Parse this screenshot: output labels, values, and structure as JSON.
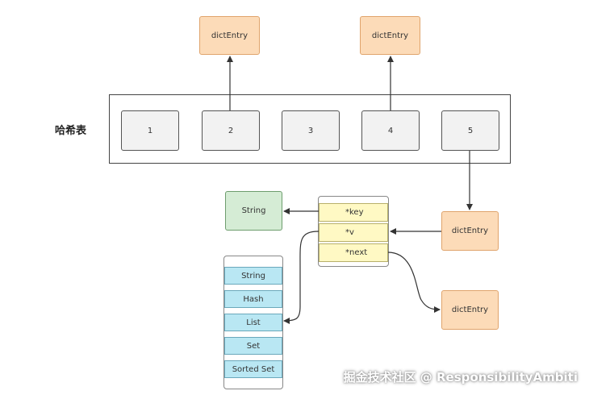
{
  "hash_table": {
    "label": "哈希表",
    "slots": [
      "1",
      "2",
      "3",
      "4",
      "5"
    ]
  },
  "dict_entries": {
    "top_left": "dictEntry",
    "top_right": "dictEntry",
    "right": "dictEntry",
    "bottom_right": "dictEntry"
  },
  "entry_fields": {
    "key": "*key",
    "v": "*v",
    "next": "*next"
  },
  "key_target": "String",
  "value_types": [
    "String",
    "Hash",
    "List",
    "Set",
    "Sorted Set"
  ],
  "watermark": "掘金技术社区 @ ResponsibilityAmbiti"
}
